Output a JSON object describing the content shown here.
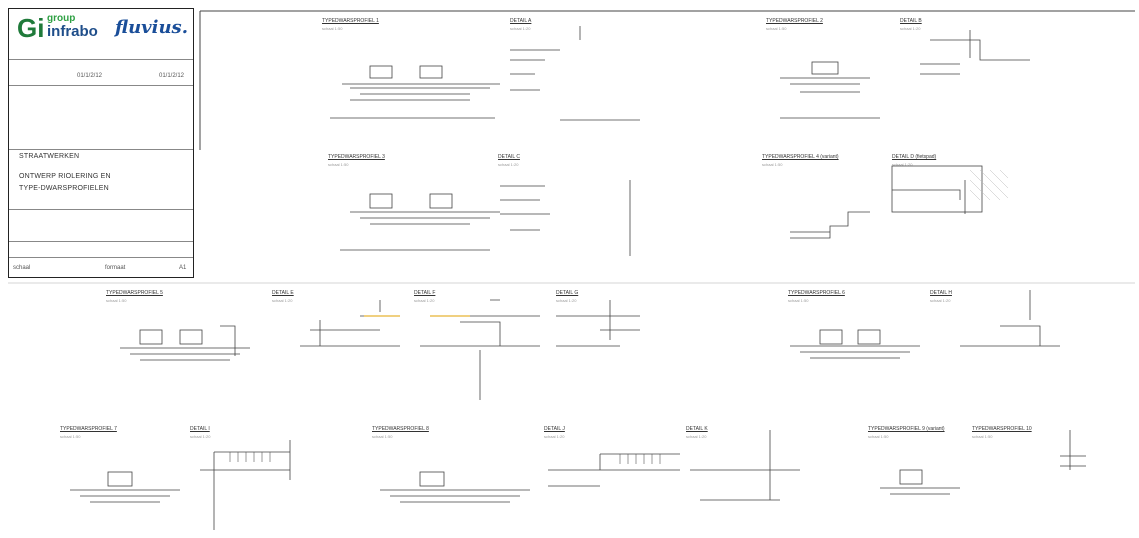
{
  "title_block": {
    "logo_gi": "Gi",
    "logo_group": "group",
    "logo_infrabo": "infrabo",
    "logo_fluvius": "fluvius.",
    "field_1": "01/1/2/12",
    "field_2": "01/1/2/12",
    "project_line_1": "STRAATWERKEN",
    "project_line_2": "ONTWERP RIOLERING EN",
    "project_line_3": "TYPE-DWARSPROFIELEN",
    "footer_scale": "schaal",
    "footer_sheet": "formaat",
    "footer_no": "A1"
  },
  "sections": [
    {
      "title": "TYPEDWARSPROFIEL 1",
      "sub": "schaal 1:50"
    },
    {
      "title": "DETAIL A",
      "sub": "schaal 1:20"
    },
    {
      "title": "TYPEDWARSPROFIEL 2",
      "sub": "schaal 1:50"
    },
    {
      "title": "DETAIL B",
      "sub": "schaal 1:20"
    },
    {
      "title": "TYPEDWARSPROFIEL 3",
      "sub": "schaal 1:50"
    },
    {
      "title": "DETAIL C",
      "sub": "schaal 1:20"
    },
    {
      "title": "TYPEDWARSPROFIEL 4 (variant)",
      "sub": "schaal 1:50"
    },
    {
      "title": "DETAIL D (fietspad)",
      "sub": "schaal 1:20"
    },
    {
      "title": "TYPEDWARSPROFIEL 5",
      "sub": "schaal 1:50"
    },
    {
      "title": "DETAIL E",
      "sub": "schaal 1:20"
    },
    {
      "title": "DETAIL F",
      "sub": "schaal 1:20"
    },
    {
      "title": "DETAIL G",
      "sub": "schaal 1:20"
    },
    {
      "title": "TYPEDWARSPROFIEL 6",
      "sub": "schaal 1:50"
    },
    {
      "title": "DETAIL H",
      "sub": "schaal 1:20"
    },
    {
      "title": "TYPEDWARSPROFIEL 7",
      "sub": "schaal 1:50"
    },
    {
      "title": "DETAIL I",
      "sub": "schaal 1:20"
    },
    {
      "title": "TYPEDWARSPROFIEL 8",
      "sub": "schaal 1:50"
    },
    {
      "title": "DETAIL J",
      "sub": "schaal 1:20"
    },
    {
      "title": "DETAIL K",
      "sub": "schaal 1:20"
    },
    {
      "title": "TYPEDWARSPROFIEL 9 (variant)",
      "sub": "schaal 1:50"
    },
    {
      "title": "TYPEDWARSPROFIEL 10",
      "sub": "schaal 1:50"
    }
  ]
}
